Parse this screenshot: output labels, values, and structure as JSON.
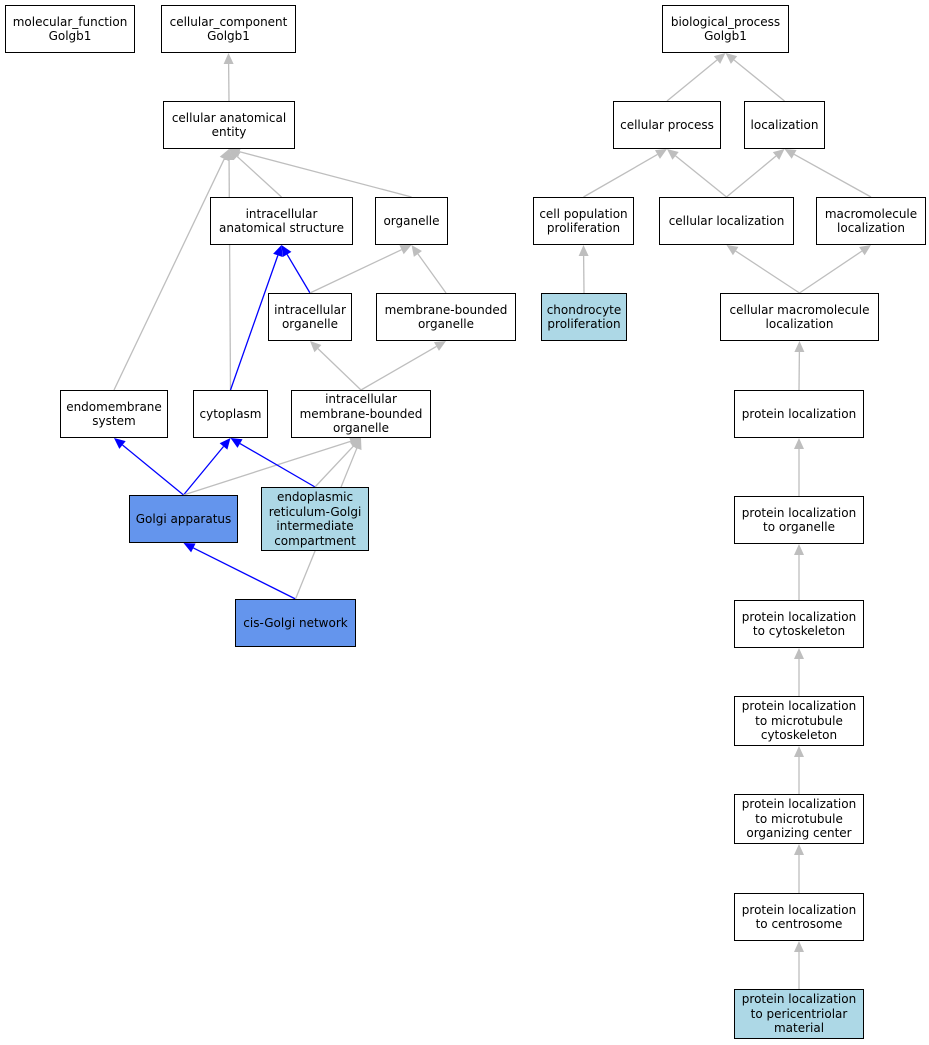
{
  "colors": {
    "default": "#ffffff",
    "light": "#add8e6",
    "dark": "#6495ed",
    "edge_gray": "#bebebe",
    "edge_blue": "#0000ff"
  },
  "nodes": {
    "mf_root": {
      "lines": [
        "molecular_function",
        "Golgb1"
      ],
      "fill": "default"
    },
    "cc_root": {
      "lines": [
        "cellular_component",
        "Golgb1"
      ],
      "fill": "default"
    },
    "bp_root": {
      "lines": [
        "biological_process",
        "Golgb1"
      ],
      "fill": "default"
    },
    "cellular_anatomical_entity": {
      "lines": [
        "cellular anatomical",
        "entity"
      ],
      "fill": "default"
    },
    "intracellular_anatomical_structure": {
      "lines": [
        "intracellular",
        "anatomical structure"
      ],
      "fill": "default"
    },
    "organelle": {
      "lines": [
        "organelle"
      ],
      "fill": "default"
    },
    "intracellular_organelle": {
      "lines": [
        "intracellular",
        "organelle"
      ],
      "fill": "default"
    },
    "membrane_bounded_organelle": {
      "lines": [
        "membrane-bounded",
        "organelle"
      ],
      "fill": "default"
    },
    "endomembrane_system": {
      "lines": [
        "endomembrane",
        "system"
      ],
      "fill": "default"
    },
    "cytoplasm": {
      "lines": [
        "cytoplasm"
      ],
      "fill": "default"
    },
    "intracellular_membrane_bounded_organelle": {
      "lines": [
        "intracellular",
        "membrane-bounded",
        "organelle"
      ],
      "fill": "default"
    },
    "golgi_apparatus": {
      "lines": [
        "Golgi apparatus"
      ],
      "fill": "dark"
    },
    "er_golgi_intermediate": {
      "lines": [
        "endoplasmic",
        "reticulum-Golgi",
        "intermediate",
        "compartment"
      ],
      "fill": "light"
    },
    "cis_golgi_network": {
      "lines": [
        "cis-Golgi network"
      ],
      "fill": "dark"
    },
    "cellular_process": {
      "lines": [
        "cellular process"
      ],
      "fill": "default"
    },
    "localization": {
      "lines": [
        "localization"
      ],
      "fill": "default"
    },
    "cell_population_proliferation": {
      "lines": [
        "cell population",
        "proliferation"
      ],
      "fill": "default"
    },
    "cellular_localization": {
      "lines": [
        "cellular localization"
      ],
      "fill": "default"
    },
    "macromolecule_localization": {
      "lines": [
        "macromolecule",
        "localization"
      ],
      "fill": "default"
    },
    "chondrocyte_proliferation": {
      "lines": [
        "chondrocyte",
        "proliferation"
      ],
      "fill": "light"
    },
    "cellular_macromolecule_localization": {
      "lines": [
        "cellular macromolecule",
        "localization"
      ],
      "fill": "default"
    },
    "protein_localization": {
      "lines": [
        "protein localization"
      ],
      "fill": "default"
    },
    "protein_localization_to_organelle": {
      "lines": [
        "protein localization",
        "to organelle"
      ],
      "fill": "default"
    },
    "protein_localization_to_cytoskeleton": {
      "lines": [
        "protein localization",
        "to cytoskeleton"
      ],
      "fill": "default"
    },
    "protein_localization_to_microtubule_cytoskeleton": {
      "lines": [
        "protein localization",
        "to microtubule",
        "cytoskeleton"
      ],
      "fill": "default"
    },
    "protein_localization_to_mtoc": {
      "lines": [
        "protein localization",
        "to microtubule",
        "organizing center"
      ],
      "fill": "default"
    },
    "protein_localization_to_centrosome": {
      "lines": [
        "protein localization",
        "to centrosome"
      ],
      "fill": "default"
    },
    "protein_localization_to_pericentriolar_material": {
      "lines": [
        "protein localization",
        "to pericentriolar",
        "material"
      ],
      "fill": "light"
    }
  },
  "edges": [
    {
      "from": "cellular_anatomical_entity",
      "to": "cc_root",
      "color": "gray"
    },
    {
      "from": "intracellular_anatomical_structure",
      "to": "cellular_anatomical_entity",
      "color": "gray"
    },
    {
      "from": "organelle",
      "to": "cellular_anatomical_entity",
      "color": "gray"
    },
    {
      "from": "endomembrane_system",
      "to": "cellular_anatomical_entity",
      "color": "gray"
    },
    {
      "from": "cytoplasm",
      "to": "cellular_anatomical_entity",
      "color": "gray"
    },
    {
      "from": "intracellular_organelle",
      "to": "intracellular_anatomical_structure",
      "color": "blue"
    },
    {
      "from": "cytoplasm",
      "to": "intracellular_anatomical_structure",
      "color": "blue"
    },
    {
      "from": "intracellular_organelle",
      "to": "organelle",
      "color": "gray"
    },
    {
      "from": "membrane_bounded_organelle",
      "to": "organelle",
      "color": "gray"
    },
    {
      "from": "intracellular_membrane_bounded_organelle",
      "to": "intracellular_organelle",
      "color": "gray"
    },
    {
      "from": "intracellular_membrane_bounded_organelle",
      "to": "membrane_bounded_organelle",
      "color": "gray"
    },
    {
      "from": "golgi_apparatus",
      "to": "endomembrane_system",
      "color": "blue"
    },
    {
      "from": "golgi_apparatus",
      "to": "cytoplasm",
      "color": "blue"
    },
    {
      "from": "golgi_apparatus",
      "to": "intracellular_membrane_bounded_organelle",
      "color": "gray"
    },
    {
      "from": "er_golgi_intermediate",
      "to": "cytoplasm",
      "color": "blue"
    },
    {
      "from": "er_golgi_intermediate",
      "to": "intracellular_membrane_bounded_organelle",
      "color": "gray"
    },
    {
      "from": "cis_golgi_network",
      "to": "golgi_apparatus",
      "color": "blue"
    },
    {
      "from": "cis_golgi_network",
      "to": "intracellular_membrane_bounded_organelle",
      "color": "gray"
    },
    {
      "from": "cellular_process",
      "to": "bp_root",
      "color": "gray"
    },
    {
      "from": "localization",
      "to": "bp_root",
      "color": "gray"
    },
    {
      "from": "cell_population_proliferation",
      "to": "cellular_process",
      "color": "gray"
    },
    {
      "from": "cellular_localization",
      "to": "cellular_process",
      "color": "gray"
    },
    {
      "from": "cellular_localization",
      "to": "localization",
      "color": "gray"
    },
    {
      "from": "macromolecule_localization",
      "to": "localization",
      "color": "gray"
    },
    {
      "from": "chondrocyte_proliferation",
      "to": "cell_population_proliferation",
      "color": "gray"
    },
    {
      "from": "cellular_macromolecule_localization",
      "to": "cellular_localization",
      "color": "gray"
    },
    {
      "from": "cellular_macromolecule_localization",
      "to": "macromolecule_localization",
      "color": "gray"
    },
    {
      "from": "protein_localization",
      "to": "cellular_macromolecule_localization",
      "color": "gray"
    },
    {
      "from": "protein_localization_to_organelle",
      "to": "protein_localization",
      "color": "gray"
    },
    {
      "from": "protein_localization_to_cytoskeleton",
      "to": "protein_localization_to_organelle",
      "color": "gray"
    },
    {
      "from": "protein_localization_to_microtubule_cytoskeleton",
      "to": "protein_localization_to_cytoskeleton",
      "color": "gray"
    },
    {
      "from": "protein_localization_to_mtoc",
      "to": "protein_localization_to_microtubule_cytoskeleton",
      "color": "gray"
    },
    {
      "from": "protein_localization_to_centrosome",
      "to": "protein_localization_to_mtoc",
      "color": "gray"
    },
    {
      "from": "protein_localization_to_pericentriolar_material",
      "to": "protein_localization_to_centrosome",
      "color": "gray"
    }
  ]
}
